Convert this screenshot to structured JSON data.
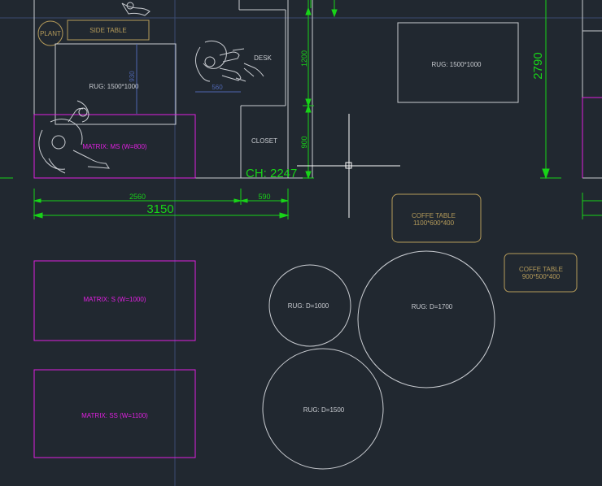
{
  "colors": {
    "background": "#212830",
    "wall": "#c9ccd1",
    "furniture": "#c9ccd1",
    "dimension": "#18d418",
    "matrix": "#e020e0",
    "coffee_table": "#b59b5a",
    "grid_line": "#3a4a70",
    "cursor": "#ffffff",
    "dim_blue": "#4f66b0"
  },
  "labels": {
    "plant": "PLANT",
    "side_table": "SIDE TABLE",
    "rug_left": "RUG: 1500*1000",
    "rug_left_dim_vertical": "930",
    "desk": "DESK",
    "desk_dim": "560",
    "closet": "CLOSET",
    "rug_right": "RUG: 1500*1000",
    "matrix_ms": "MATRIX: MS (W=800)",
    "matrix_s": "MATRIX: S (W=1000)",
    "matrix_ss": "MATRIX: SS (W=1100)",
    "ceiling_height": "CH: 2247",
    "coffee_table_large_title": "COFFE TABLE",
    "coffee_table_large_size": "1100*600*400",
    "coffee_table_small_title": "COFFE TABLE",
    "coffee_table_small_size": "900*500*400",
    "rug_d1000": "RUG: D=1000",
    "rug_d1700": "RUG: D=1700",
    "rug_d1500": "RUG: D=1500"
  },
  "dimensions": {
    "width_2560": "2560",
    "width_590": "590",
    "width_total": "3150",
    "height_1200": "1200",
    "height_900": "900",
    "height_2790": "2790"
  }
}
